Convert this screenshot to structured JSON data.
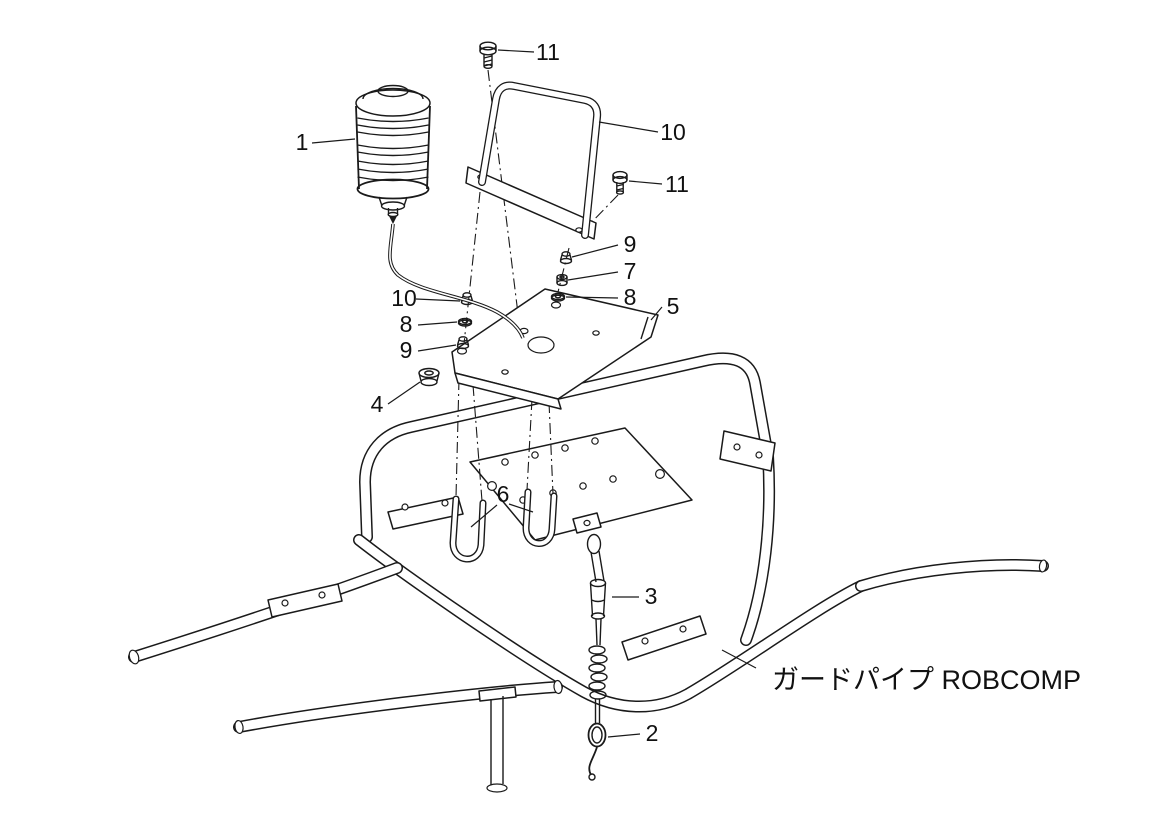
{
  "diagram": {
    "background_color": "#ffffff",
    "line_color": "#1a1a1a",
    "callouts": [
      {
        "label": "1"
      },
      {
        "label": "11"
      },
      {
        "label": "10"
      },
      {
        "label": "11"
      },
      {
        "label": "9"
      },
      {
        "label": "7"
      },
      {
        "label": "8"
      },
      {
        "label": "5"
      },
      {
        "label": "10"
      },
      {
        "label": "8"
      },
      {
        "label": "9"
      },
      {
        "label": "4"
      },
      {
        "label": "6"
      },
      {
        "label": "3"
      },
      {
        "label": "2"
      }
    ],
    "annotation": {
      "text": "ガードパイプ ROBCOMP"
    }
  }
}
